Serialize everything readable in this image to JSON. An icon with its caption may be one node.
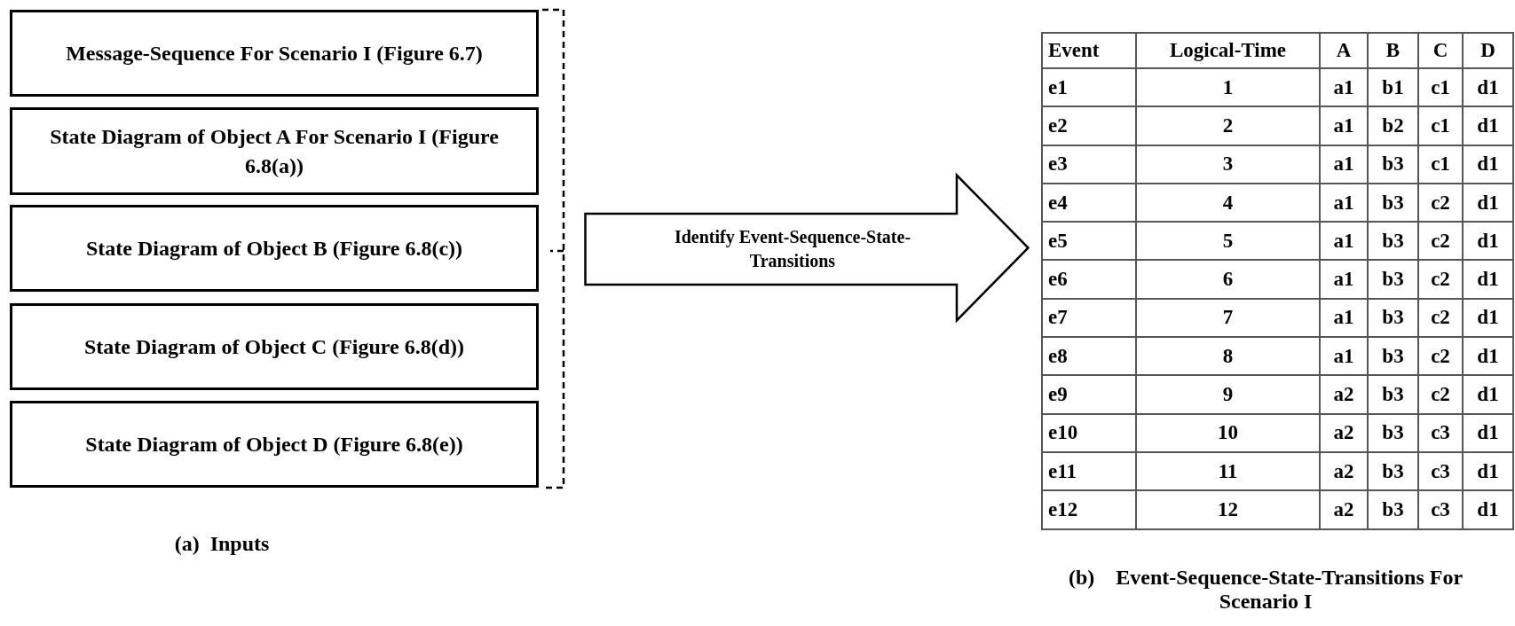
{
  "diagram": {
    "nodes": [
      {
        "text": [
          "Message-Sequence For Scenario I (Figure 6.7)"
        ]
      },
      {
        "text": [
          "State Diagram of Object A For Scenario I (Figure 6.8(a))"
        ]
      },
      {
        "text": [
          "State Diagram of Object B (Figure 6.8(c))"
        ]
      },
      {
        "text": [
          "State Diagram of Object C (Figure 6.8(d))"
        ]
      },
      {
        "text": [
          "State Diagram of Object D (Figure 6.8(e))"
        ]
      },
      {
        "text": [
          "Identify Event-Sequence-State-Transitions"
        ]
      }
    ],
    "labels": [
      "Event",
      "Logical-Time",
      "A",
      "B",
      "C",
      "D",
      "e1",
      "1",
      "a1",
      "b1",
      "c1",
      "d1",
      "e2",
      "2",
      "a1",
      "b2",
      "c1",
      "d1",
      "e3",
      "3",
      "a1",
      "b3",
      "c1",
      "d1",
      "e4",
      "4",
      "a1",
      "b3",
      "c2",
      "d1",
      "e5",
      "5",
      "a1",
      "b3",
      "c2",
      "d1",
      "e6",
      "6",
      "a1",
      "b3",
      "c2",
      "d1",
      "e7",
      "7",
      "a1",
      "b3",
      "c2",
      "d1",
      "e8",
      "8",
      "a1",
      "b3",
      "c2",
      "d1",
      "e9",
      "9",
      "a2",
      "b3",
      "c2",
      "d1",
      "e10",
      "10",
      "a2",
      "b3",
      "c3",
      "d1",
      "e11",
      "11",
      "a2",
      "b3",
      "c3",
      "d1",
      "e12",
      "12",
      "a2",
      "b3",
      "c3",
      "d1",
      "(a)  Inputs",
      "(b)    Event-Sequence-State-Transitions For Scenario I"
    ]
  }
}
